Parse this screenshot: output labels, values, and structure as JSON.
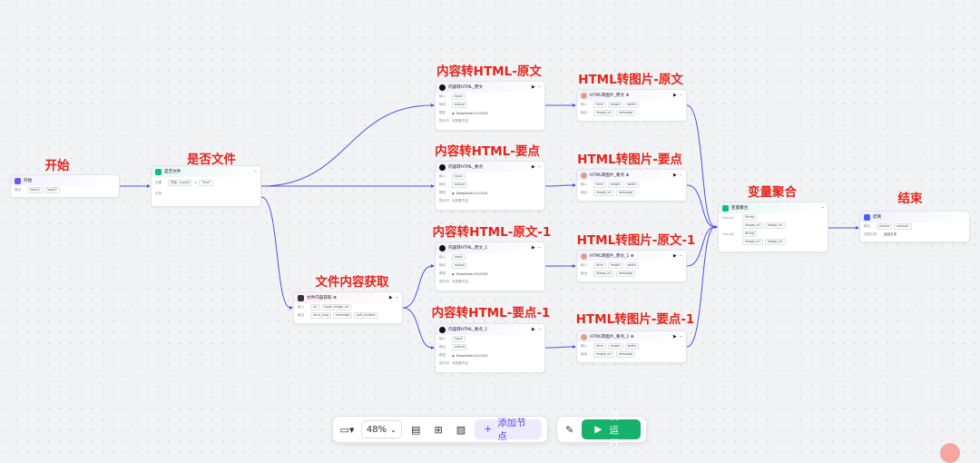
{
  "labels": {
    "start": "开始",
    "isfile": "是否文件",
    "fetch": "文件内容获取",
    "html_orig": "内容转HTML-原文",
    "html_key": "内容转HTML-要点",
    "html_orig1": "内容转HTML-原文-1",
    "html_key1": "内容转HTML-要点-1",
    "img_orig": "HTML转图片-原文",
    "img_key": "HTML转图片-要点",
    "img_orig1": "HTML转图片-原文-1",
    "img_key1": "HTML转图片-要点-1",
    "agg": "变量聚合",
    "end": "结束"
  },
  "nodes": {
    "start": {
      "title": "开始",
      "row_key": "输出",
      "tags": [
        "input1",
        "input2"
      ]
    },
    "isfile": {
      "title": "是否文件",
      "if_key": "如果",
      "cond_a": "开始 - input2",
      "op": "=",
      "cond_b": "&quot;true&quot;",
      "else_key": "否则"
    },
    "fetch": {
      "title": "文件内容获取 ⊕",
      "in_key": "输入",
      "in_tags": [
        "url",
        "book_image_url"
      ],
      "out_key": "输出",
      "out_tags": [
        "error_msg",
        "message",
        "pdf_content"
      ]
    },
    "html_orig": {
      "title": "内容转HTML_原文",
      "in": "输入",
      "out": "输出",
      "model": "模型",
      "model_name": "DeepSeek-V3-0324",
      "prompt": "提示词",
      "prompt_text": "未配置内容",
      "in_tag": "input",
      "out_tag": "output"
    },
    "html_key": {
      "title": "内容转HTML_要点",
      "in": "输入",
      "out": "输出",
      "model": "模型",
      "model_name": "DeepSeek-V3-0324",
      "prompt": "提示词",
      "prompt_text": "未配置内容",
      "in_tag": "input",
      "out_tag": "output"
    },
    "html_orig1": {
      "title": "内容转HTML_原文_1",
      "in": "输入",
      "out": "输出",
      "model": "模型",
      "model_name": "DeepSeek-V3-0324",
      "prompt": "提示词",
      "prompt_text": "未配置内容",
      "in_tag": "input",
      "out_tag": "output"
    },
    "html_key1": {
      "title": "内容转HTML_要点_1",
      "in": "输入",
      "out": "输出",
      "model": "模型",
      "model_name": "DeepSeek-V3-0324",
      "prompt": "提示词",
      "prompt_text": "未配置内容",
      "in_tag": "input",
      "out_tag": "output"
    },
    "img_orig": {
      "title": "HTML转图片_原文 ⊕",
      "in": "输入",
      "out": "输出",
      "in_tags": [
        "html",
        "height",
        "width"
      ],
      "out_tags": [
        "image_url",
        "message"
      ]
    },
    "img_key": {
      "title": "HTML转图片_要点 ⊕",
      "in": "输入",
      "out": "输出",
      "in_tags": [
        "html",
        "height",
        "width"
      ],
      "out_tags": [
        "image_url",
        "message"
      ]
    },
    "img_orig1": {
      "title": "HTML转图片_原文_1 ⊕",
      "in": "输入",
      "out": "输出",
      "in_tags": [
        "html",
        "height",
        "width"
      ],
      "out_tags": [
        "image_url",
        "message"
      ]
    },
    "img_key1": {
      "title": "HTML转图片_要点_1 ⊕",
      "in": "输入",
      "out": "输出",
      "in_tags": [
        "html",
        "height",
        "width"
      ],
      "out_tags": [
        "image_url",
        "message"
      ]
    },
    "agg": {
      "title": "变量聚合",
      "g1": "Group1",
      "g2": "Group2",
      "type": "String",
      "tags": [
        "image_url",
        "image_url"
      ]
    },
    "end": {
      "title": "结束",
      "out": "输出",
      "out_tags": [
        "output",
        "output1"
      ],
      "ans_key": "回答内容",
      "ans": "返回文本"
    }
  },
  "toolbar": {
    "zoom": "48%",
    "add_label": "添加节点",
    "run_label": "试运行"
  },
  "colors": {
    "edge": "#4d53e8",
    "label": "#e8231b",
    "run": "#17b26a",
    "add": "#5a48e8"
  }
}
